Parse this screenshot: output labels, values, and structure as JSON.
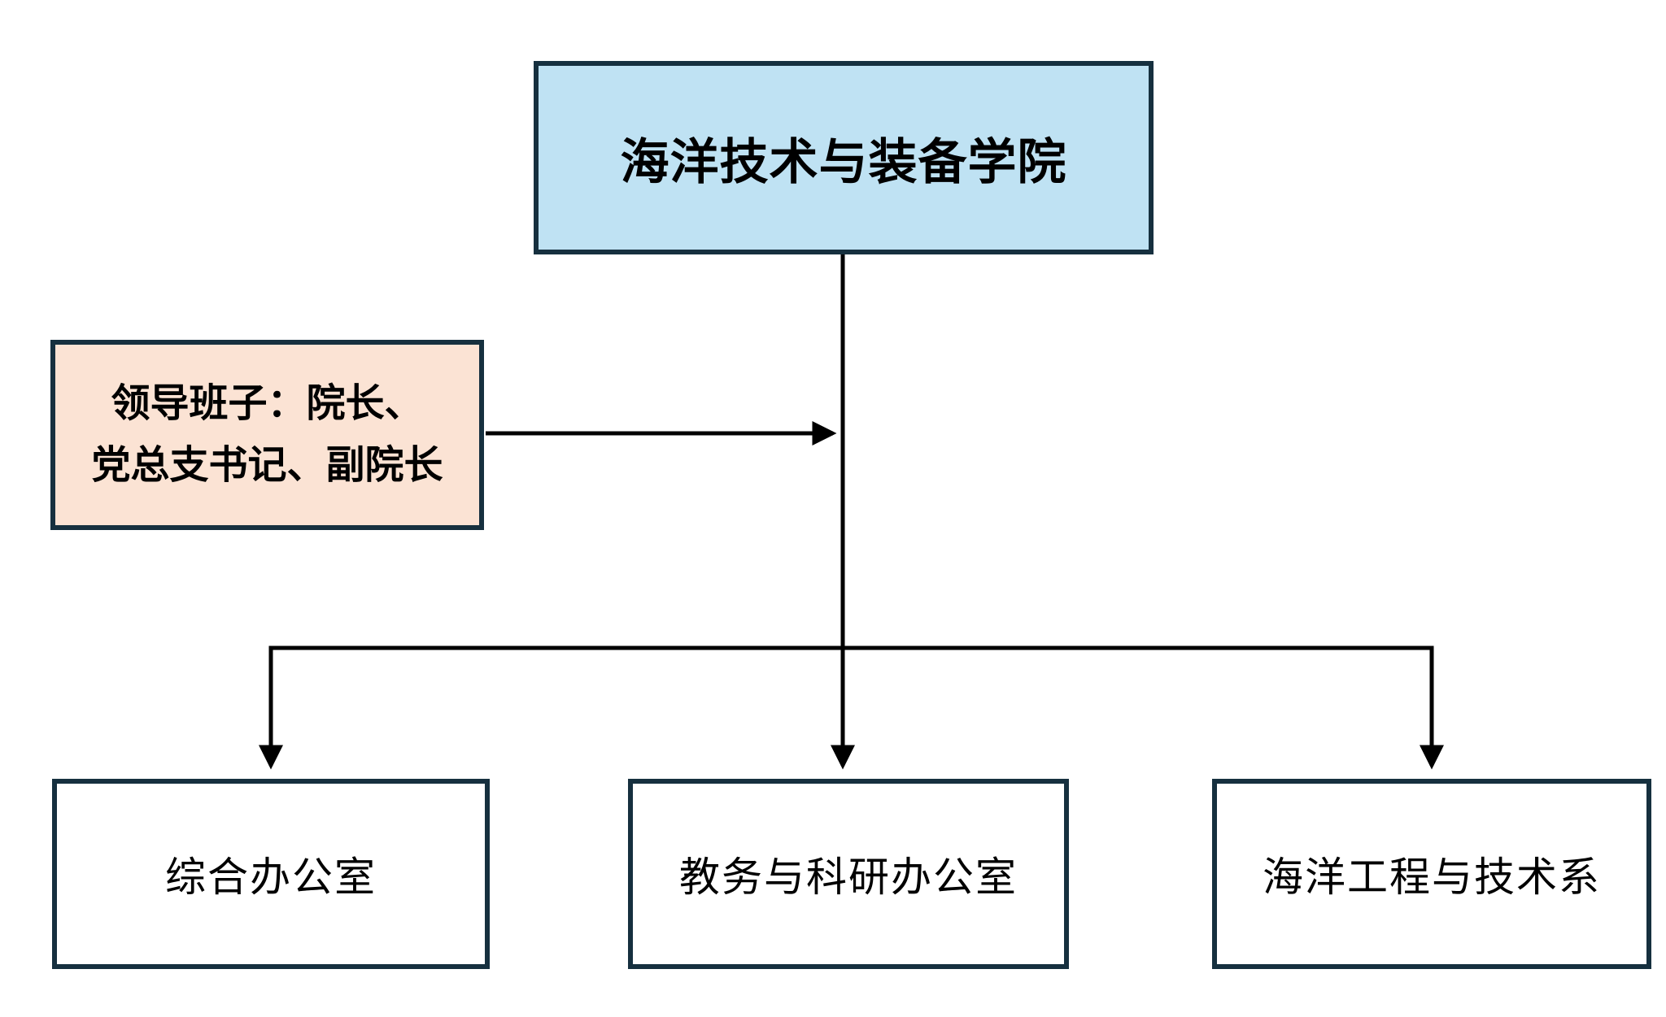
{
  "diagram": {
    "type": "org-chart",
    "title_box": {
      "label": "海洋技术与装备学院"
    },
    "leadership_box": {
      "lines": [
        "领导班子：院长、",
        "党总支书记、副院长"
      ]
    },
    "departments": [
      {
        "label": "综合办公室"
      },
      {
        "label": "教务与科研办公室"
      },
      {
        "label": "海洋工程与技术系"
      }
    ],
    "edges": [
      {
        "from": "title_box",
        "to": "branch",
        "style": "line"
      },
      {
        "from": "leadership_box",
        "to": "center-line",
        "style": "arrow-right"
      },
      {
        "from": "branch",
        "to": "综合办公室",
        "style": "arrow-down"
      },
      {
        "from": "branch",
        "to": "教务与科研办公室",
        "style": "arrow-down"
      },
      {
        "from": "branch",
        "to": "海洋工程与技术系",
        "style": "arrow-down"
      }
    ],
    "colors": {
      "border": "#16303F",
      "connector": "#000000",
      "title_fill": "#BFE2F3",
      "leadership_fill": "#FBE3D4",
      "department_fill": "#FFFFFF",
      "background": "#FFFFFF",
      "text": "#000000"
    }
  }
}
